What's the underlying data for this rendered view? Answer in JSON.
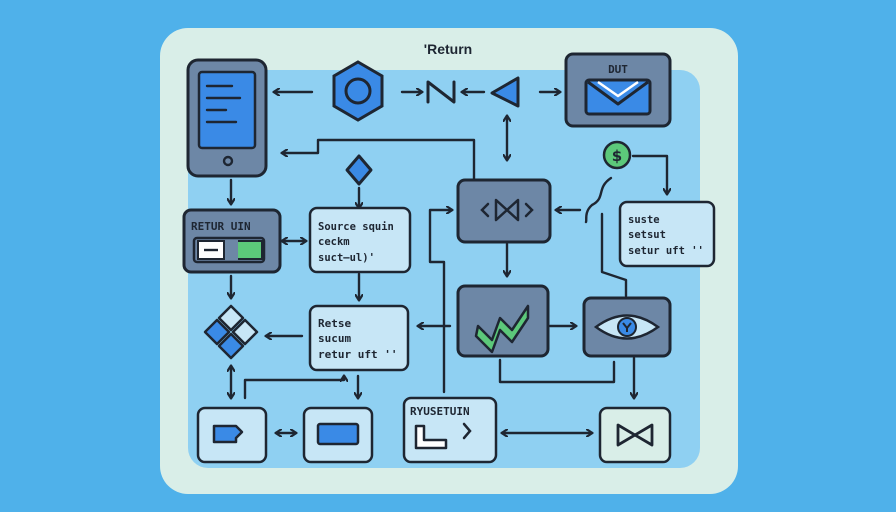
{
  "title": "'Return",
  "nodes": {
    "out_box": {
      "label": "DUT",
      "icon": "envelope-icon"
    },
    "return_box": {
      "label": "RETUR UIN",
      "icon": "toggle-icon"
    },
    "source_box": {
      "lines": [
        "Source squin",
        "ceckm",
        "suct–ul)'"
      ]
    },
    "suste_box": {
      "lines": [
        "suste",
        "setsut",
        "setur uft ''"
      ]
    },
    "retse_box": {
      "lines": [
        "Retse",
        "sucum",
        "retur uft ''"
      ]
    },
    "center_box": {
      "icon": "bowtie-icon"
    },
    "check_box": {
      "icon": "checkmark-icon"
    },
    "eye_box": {
      "icon": "eye-icon"
    },
    "ryusetuin_box": {
      "label": "RYUSETUIN",
      "icon": "corner-icon"
    },
    "bowtie_box": {
      "icon": "bowtie-icon"
    },
    "tablet": {
      "icon": "tablet-icon"
    },
    "hexagon": {
      "icon": "hexagon-icon"
    },
    "n_shape": {
      "icon": "n-shape-icon"
    },
    "arrow_shape": {
      "icon": "pointer-icon"
    },
    "dollar": {
      "label": "$",
      "icon": "dollar-icon"
    },
    "diamond_small": {
      "icon": "diamond-icon"
    },
    "diamond_cluster": {
      "icon": "diamond-cluster-icon"
    },
    "small_box_1": {
      "icon": "tag-icon"
    },
    "small_box_2": {
      "icon": "screen-icon"
    }
  },
  "colors": {
    "background": "#4fb1ea",
    "panel_outer": "#d9eee8",
    "panel_inner": "#8fd0f2",
    "box_fill": "#6d87a6",
    "box_fill_light": "#c7e6f6",
    "stroke": "#1e2632",
    "accent_blue": "#3a8ae6",
    "accent_green": "#5cc87a"
  }
}
